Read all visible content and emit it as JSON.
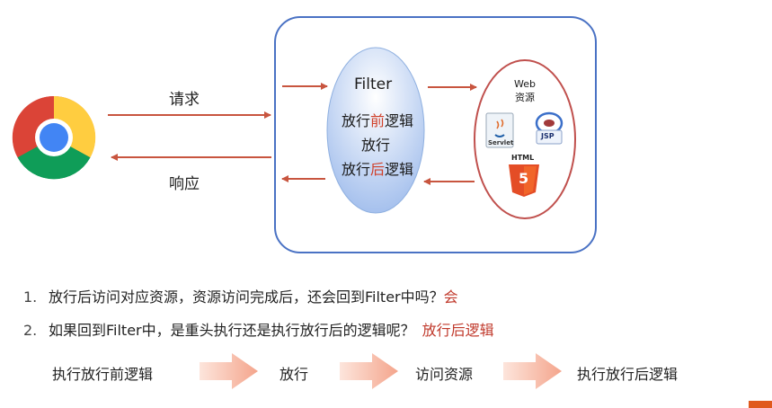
{
  "diagram": {
    "request_label": "请求",
    "response_label": "响应",
    "filter": {
      "title": "Filter",
      "line1_pre": "放行",
      "line1_hl": "前",
      "line1_post": "逻辑",
      "line2": "放行",
      "line3_pre": "放行",
      "line3_hl": "后",
      "line3_post": "逻辑"
    },
    "web": {
      "title_line1": "Web",
      "title_line2": "资源",
      "servlet_label": "Servlet",
      "jsp_label": "JSP",
      "html_label": "HTML",
      "html5_number": "5"
    }
  },
  "questions": [
    {
      "num": "1.",
      "text": "放行后访问对应资源，资源访问完成后，还会回到Filter中吗？",
      "answer": "会"
    },
    {
      "num": "2.",
      "text": "如果回到Filter中，是重头执行还是执行放行后的逻辑呢？",
      "answer": "放行后逻辑"
    }
  ],
  "flow": [
    "执行放行前逻辑",
    "放行",
    "访问资源",
    "执行放行后逻辑"
  ],
  "colors": {
    "arrow": "#c8553f",
    "box_border": "#4a72c4",
    "filter_fill_top": "#ffffff",
    "filter_fill_bottom": "#aac4ee",
    "web_border": "#c0504d",
    "highlight": "#d0402a",
    "flow_arrow": "#f6b7a3"
  },
  "icons": [
    "chrome-browser-icon",
    "servlet-icon",
    "jsp-icon",
    "html5-icon"
  ]
}
